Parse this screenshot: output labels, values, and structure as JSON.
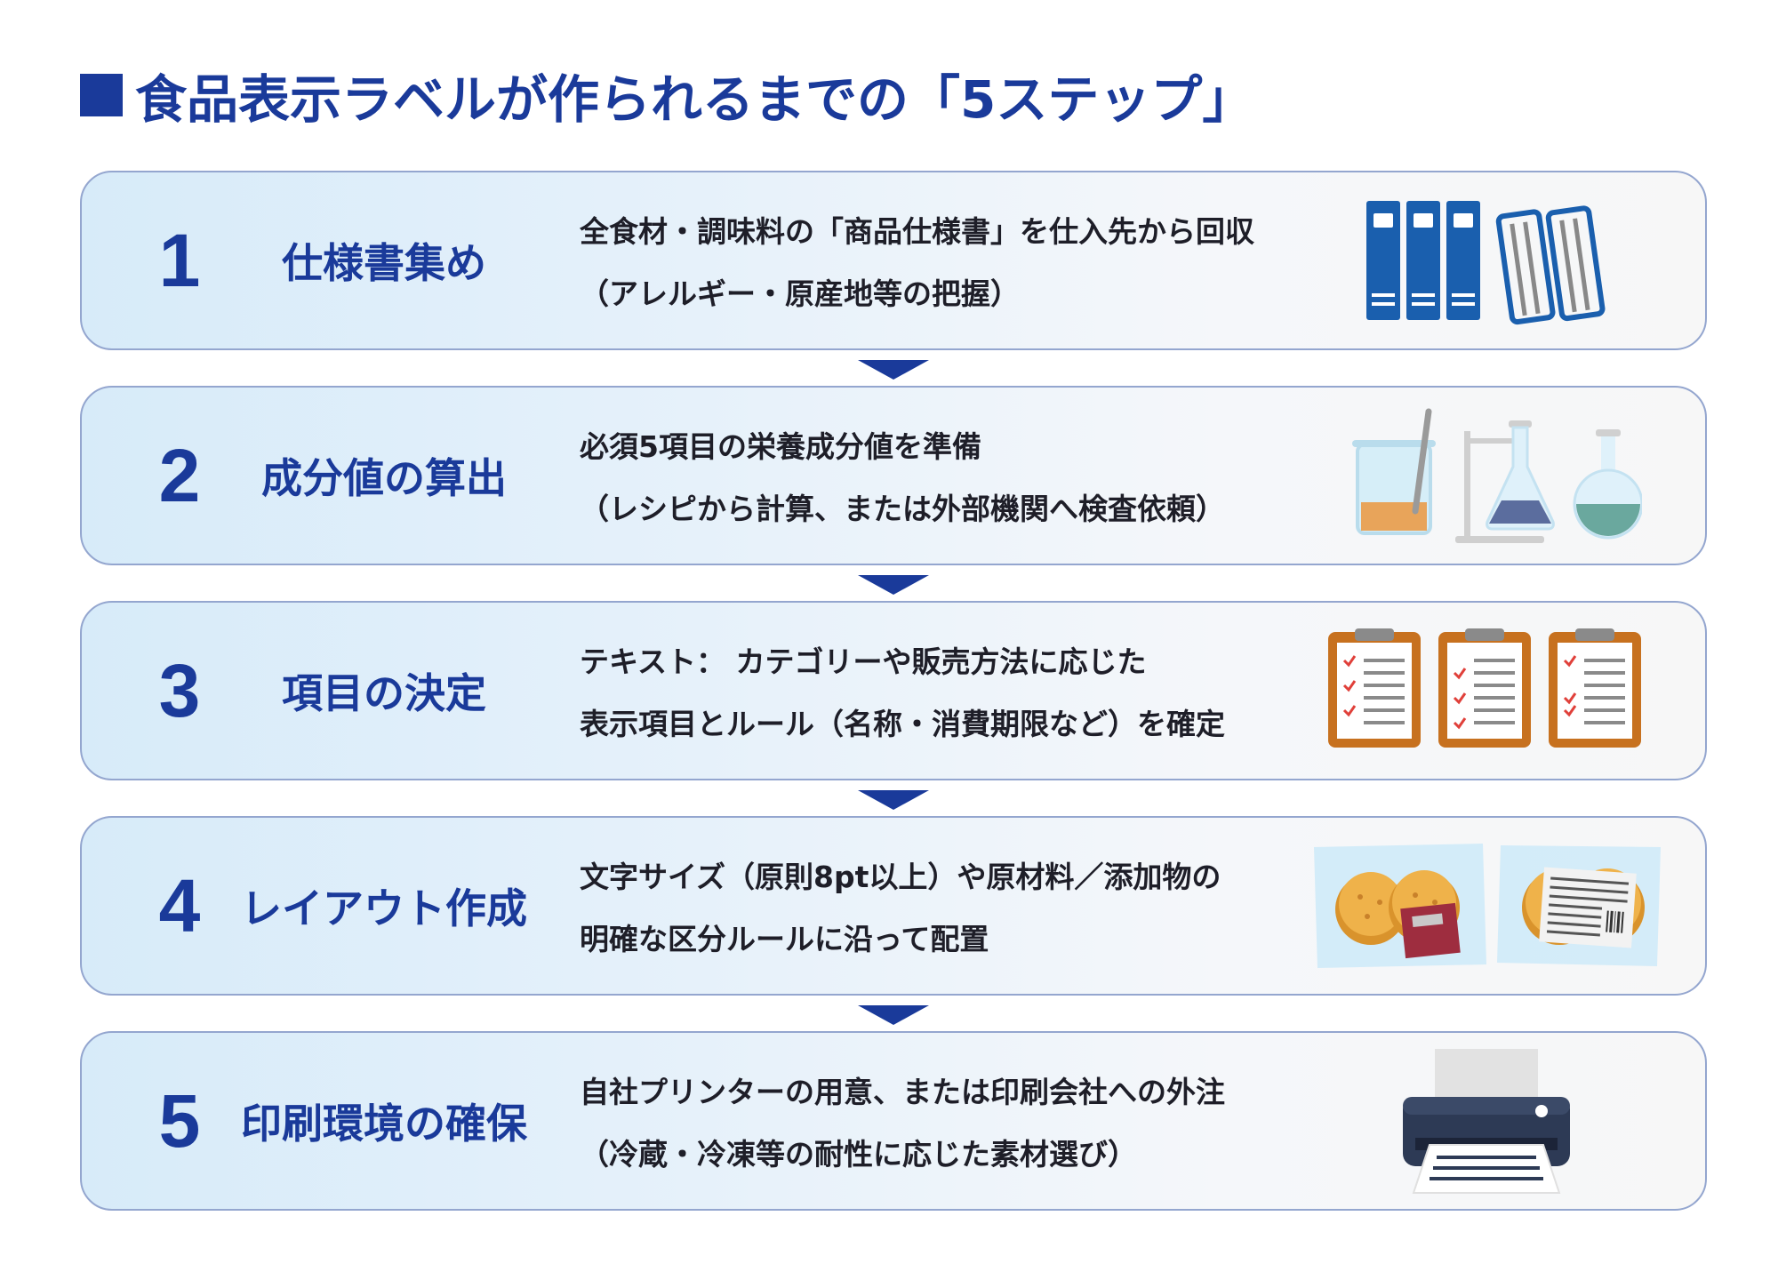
{
  "title": "食品表示ラベルが作られるまでの「5ステップ」",
  "colors": {
    "accent": "#1a3a9a",
    "box_border": "#94a6cf",
    "box_bg_start": "#d7ebf9",
    "box_bg_end": "#f7f7f7"
  },
  "steps": [
    {
      "number": "1",
      "title": "仕様書集め",
      "lines": [
        "全食材・調味料の「商品仕様書」を仕入先から回収",
        "（アレルギー・原産地等の把握）"
      ],
      "icon": "binders-icon"
    },
    {
      "number": "2",
      "title": "成分値の算出",
      "lines": [
        "必須5項目の栄養成分値を準備",
        "（レシピから計算、または外部機関へ検査依頼）"
      ],
      "icon": "lab-glassware-icon"
    },
    {
      "number": "3",
      "title": "項目の決定",
      "lines": [
        "テキスト： カテゴリーや販売方法に応じた",
        "表示項目とルール（名称・消費期限など）を確定"
      ],
      "icon": "clipboard-checklist-icon"
    },
    {
      "number": "4",
      "title": "レイアウト作成",
      "lines": [
        "文字サイズ（原則8pt以上）や原材料／添加物の",
        "明確な区分ルールに沿って配置"
      ],
      "icon": "packaged-cookies-icon"
    },
    {
      "number": "5",
      "title": "印刷環境の確保",
      "lines": [
        "自社プリンターの用意、または印刷会社への外注",
        "（冷蔵・冷凍等の耐性に応じた素材選び）"
      ],
      "icon": "printer-icon"
    }
  ]
}
